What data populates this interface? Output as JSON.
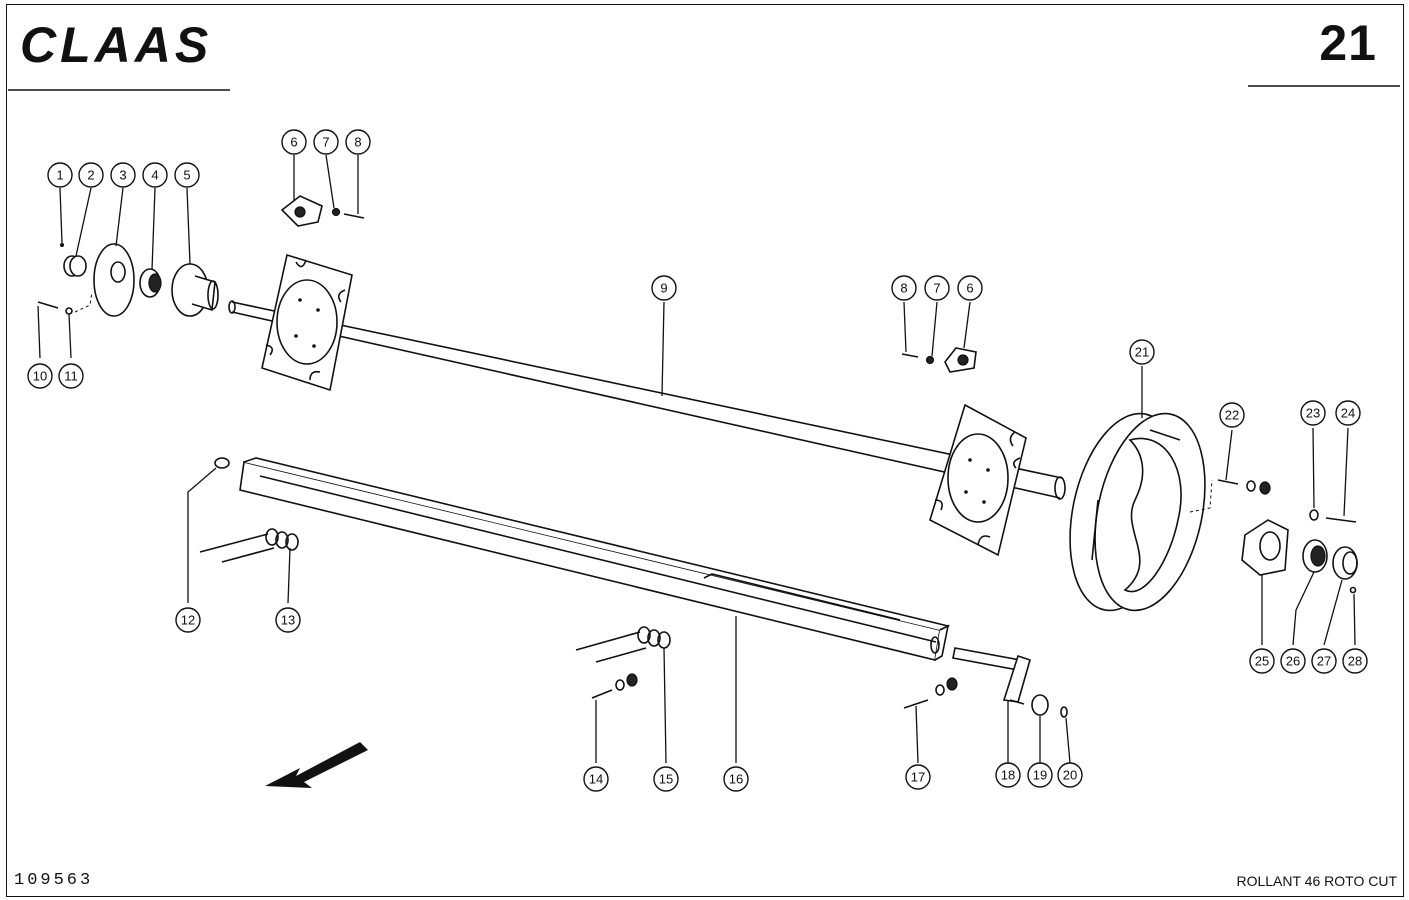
{
  "header": {
    "brand": "CLAAS",
    "page_number": "21"
  },
  "footer": {
    "catalog_number": "109563",
    "model": "ROLLANT 46 ROTO CUT"
  },
  "callouts": [
    "1",
    "2",
    "3",
    "4",
    "5",
    "6",
    "7",
    "8",
    "9",
    "10",
    "11",
    "12",
    "13",
    "14",
    "15",
    "16",
    "17",
    "18",
    "19",
    "20",
    "21",
    "22",
    "23",
    "24",
    "25",
    "26",
    "27",
    "28"
  ],
  "icons": {
    "logo": "claas-logo",
    "direction_arrow": "direction-arrow-icon"
  },
  "colors": {
    "ink": "#111111",
    "paper": "#ffffff"
  }
}
